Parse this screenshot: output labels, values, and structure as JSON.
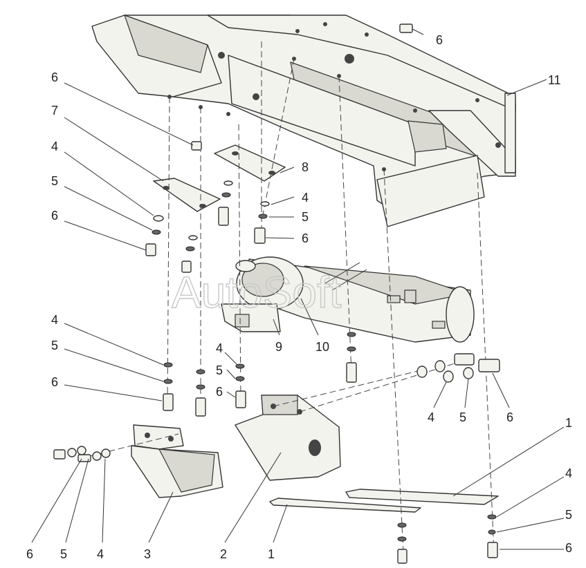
{
  "diagram": {
    "watermark": "AutoSoft",
    "callouts": {
      "c1a": "1",
      "c1b": "1",
      "c2": "2",
      "c3": "3",
      "c4a": "4",
      "c4b": "4",
      "c4c": "4",
      "c4d": "4",
      "c4e": "4",
      "c4f": "4",
      "c4g": "4",
      "c5a": "5",
      "c5b": "5",
      "c5c": "5",
      "c5d": "5",
      "c5e": "5",
      "c5f": "5",
      "c5g": "5",
      "c6a": "6",
      "c6b": "6",
      "c6c": "6",
      "c6d": "6",
      "c6e": "6",
      "c6f": "6",
      "c6g": "6",
      "c6h": "6",
      "c6i": "6",
      "c7": "7",
      "c8": "8",
      "c9": "9",
      "c10": "10",
      "c11": "11"
    }
  }
}
